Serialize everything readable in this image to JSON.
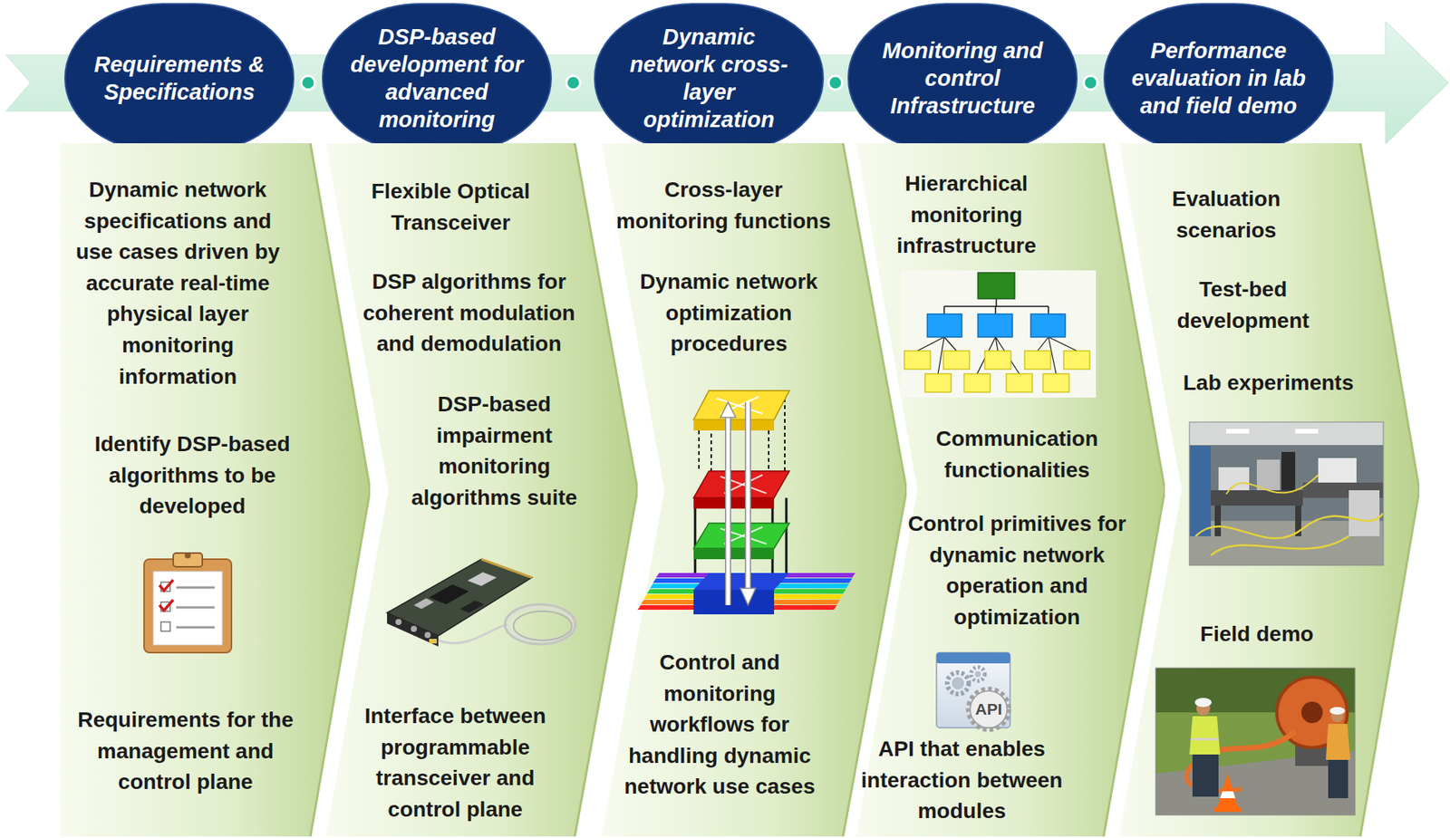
{
  "diagram": {
    "nodes": [
      {
        "text": [
          "Requirements & Specifications"
        ]
      },
      {
        "text": [
          "DSP-based development for advanced monitoring"
        ]
      },
      {
        "text": [
          "Dynamic network cross-layer optimization"
        ]
      },
      {
        "text": [
          "Monitoring and control Infrastructure"
        ]
      },
      {
        "text": [
          "Performance evaluation in lab and field demo"
        ]
      },
      {
        "text": [
          "Dynamic network specifications and use cases driven by accurate real-time physical layer monitoring information",
          "Identify DSP-based algorithms to be developed",
          "Requirements for the management and control plane"
        ]
      },
      {
        "text": [
          "Flexible Optical Transceiver",
          "DSP algorithms for coherent modulation and demodulation",
          "DSP-based impairment monitoring algorithms suite",
          "Interface between programmable transceiver and control plane"
        ]
      },
      {
        "text": [
          "Cross-layer monitoring functions",
          "Dynamic network optimization procedures",
          "Control and monitoring workflows for handling dynamic network use cases"
        ]
      },
      {
        "text": [
          "Hierarchical monitoring infrastructure",
          "Communication functionalities",
          "Control primitives for dynamic network operation and optimization",
          "API that enables interaction between modules"
        ]
      },
      {
        "text": [
          "Evaluation scenarios",
          "Test-bed development",
          "Lab experiments",
          "Field demo"
        ]
      }
    ],
    "labels": [
      "API"
    ]
  }
}
